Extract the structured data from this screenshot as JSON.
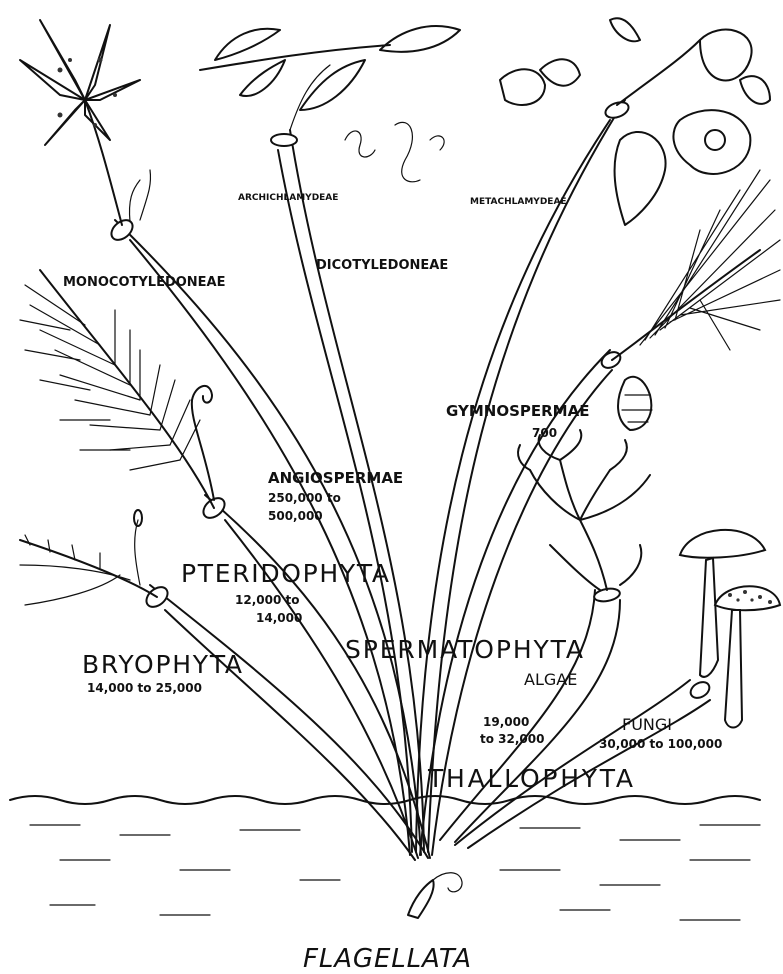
{
  "labels": {
    "monocotyledoneae": "MONOCOTYLEDONEAE",
    "archichlamydeae": "ARCHICHLAMYDEAE",
    "metachlamydeae": "METACHLAMYDEAE",
    "dicotyledoneae": "DICOTYLEDONEAE",
    "gymnospermae": "GYMNOSPERMAE",
    "gymnospermae_count": "700",
    "angiospermae": "ANGIOSPERMAE",
    "angiospermae_count_1": "250,000 to",
    "angiospermae_count_2": "500,000",
    "pteridophyta": "PTERIDOPHYTA",
    "pteridophyta_count_1": "12,000 to",
    "pteridophyta_count_2": "14,000",
    "spermatophyta": "SPERMATOPHYTA",
    "bryophyta": "BRYOPHYTA",
    "bryophyta_count": "14,000 to 25,000",
    "algae": "ALGAE",
    "algae_count_1": "19,000",
    "algae_count_2": "to 32,000",
    "fungi": "FUNGI",
    "fungi_count": "30,000 to 100,000",
    "thallophyta": "THALLOPHYTA",
    "flagellata": "FLAGELLATA"
  },
  "icons": [
    "lily-flower",
    "pea-vine",
    "morning-glory",
    "pine-branch",
    "fern-frond",
    "moss-plant",
    "seaweed",
    "mushroom",
    "flagellate"
  ],
  "colors": {
    "ink": "#111111",
    "paper": "#ffffff"
  }
}
